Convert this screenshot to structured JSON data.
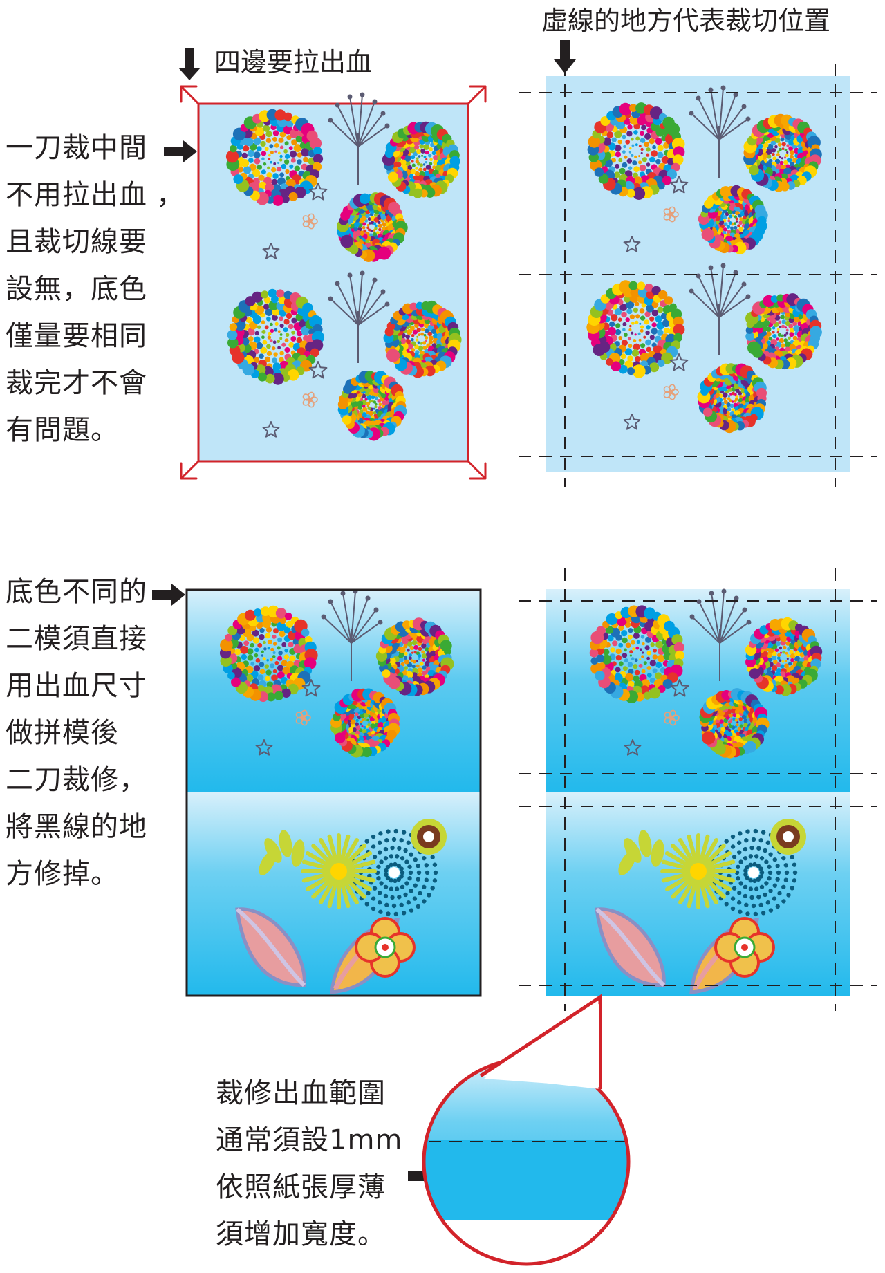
{
  "colors": {
    "sky": "#bfe5f8",
    "sky_top": "#d6effb",
    "cyan": "#22b9ec",
    "red_frame": "#d2232a",
    "ink": "#231f20",
    "cut_line": "#231f20"
  },
  "icons": [
    "down-arrow-icon",
    "right-arrow-icon",
    "corner-bleed-arrow-icon",
    "firework-icon",
    "star-icon",
    "flower-icon",
    "sun-icon"
  ],
  "top_left": {
    "label": "四邊要拉出血"
  },
  "top_right": {
    "label": "虛線的地方代表裁切位置"
  },
  "left_note_1": {
    "lines": [
      "一刀裁中間",
      "不用拉出血",
      "且裁切線要",
      "設無，底色",
      "僅量要相同",
      "裁完才不會",
      "有問題。"
    ],
    "comma": "，"
  },
  "left_note_2": {
    "lines": [
      "底色不同的",
      "二模須直接",
      "用出血尺寸",
      "做拼模後",
      "二刀裁修，",
      "將黑線的地",
      "方修掉。"
    ]
  },
  "bottom_note": {
    "lines": [
      "裁修出血範圍",
      "通常須設1mm",
      "依照紙張厚薄",
      "須增加寬度。"
    ]
  }
}
